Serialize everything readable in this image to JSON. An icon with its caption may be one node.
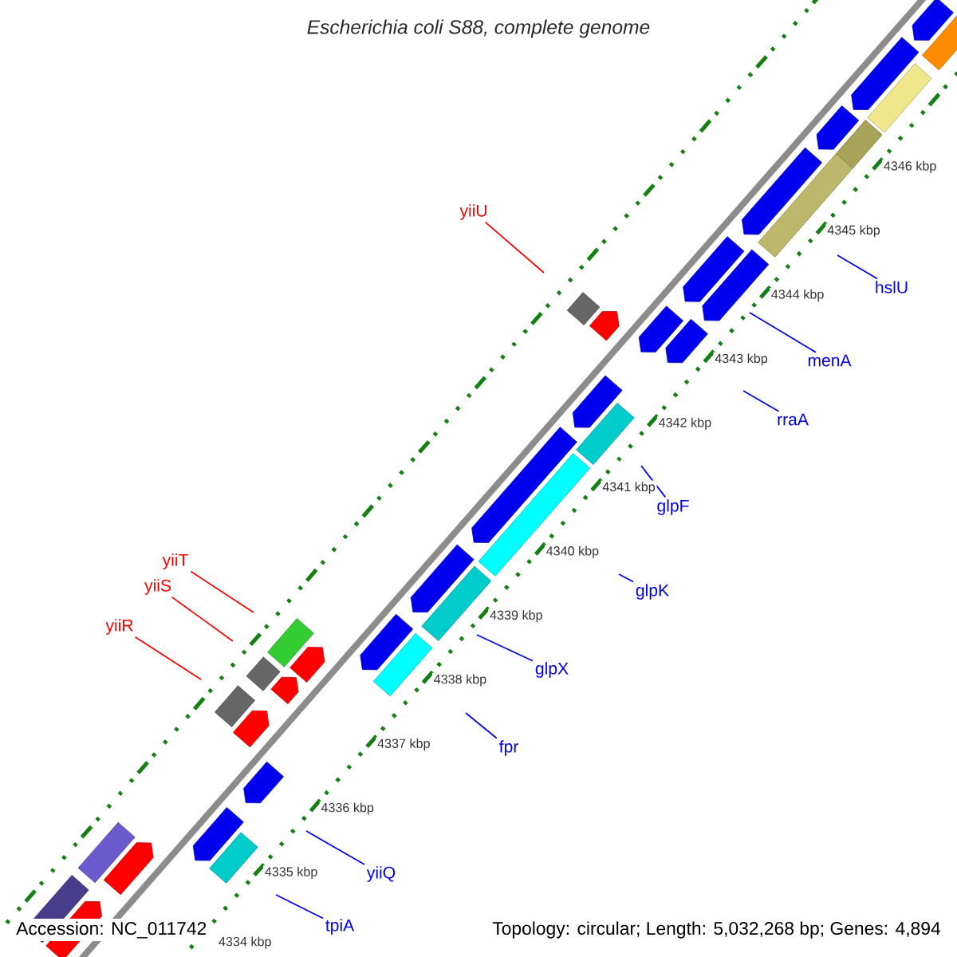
{
  "diagram": {
    "title": "Escherichia coli S88, complete genome",
    "nodes": [
      {
        "text": [
          "yiiU"
        ]
      },
      {
        "text": [
          "hslU"
        ]
      },
      {
        "text": [
          "menA"
        ]
      },
      {
        "text": [
          "rraA"
        ]
      },
      {
        "text": [
          "glpF"
        ]
      },
      {
        "text": [
          "yiiT"
        ]
      },
      {
        "text": [
          "glpK"
        ]
      },
      {
        "text": [
          "yiiS"
        ]
      },
      {
        "text": [
          "yiiR"
        ]
      },
      {
        "text": [
          "glpX"
        ]
      },
      {
        "text": [
          "fpr"
        ]
      },
      {
        "text": [
          "yiiQ"
        ]
      },
      {
        "text": [
          "tpiA"
        ]
      }
    ],
    "edges": [
      {
        "from": 0,
        "to": null,
        "arrow": "none",
        "color": "#ff0000"
      },
      {
        "from": 1,
        "to": null,
        "arrow": "none"
      },
      {
        "from": 2,
        "to": null,
        "arrow": "none"
      },
      {
        "from": 3,
        "to": null,
        "arrow": "none"
      },
      {
        "from": 4,
        "to": null,
        "arrow": "none"
      },
      {
        "from": 5,
        "to": null,
        "arrow": "none",
        "color": "#ff0000"
      },
      {
        "from": 6,
        "to": null,
        "arrow": "none"
      },
      {
        "from": 7,
        "to": null,
        "arrow": "none",
        "color": "#ff0000"
      },
      {
        "from": 8,
        "to": null,
        "arrow": "none",
        "color": "#ff0000"
      },
      {
        "from": 9,
        "to": null,
        "arrow": "none"
      },
      {
        "from": 10,
        "to": null,
        "arrow": "none"
      },
      {
        "from": 11,
        "to": null,
        "arrow": "none"
      },
      {
        "from": 12,
        "to": null,
        "arrow": "none"
      }
    ],
    "labels": [
      "4346 kbp",
      "4345 kbp",
      "4344 kbp",
      "4343 kbp",
      "4342 kbp",
      "4341 kbp",
      "4340 kbp",
      "4339 kbp",
      "4338 kbp",
      "4337 kbp",
      "4336 kbp",
      "4335 kbp",
      "4334 kbp",
      "Accession: NC_011742",
      "Topology: circular; Length: 5,032,268 bp; Genes: 4,894"
    ]
  }
}
